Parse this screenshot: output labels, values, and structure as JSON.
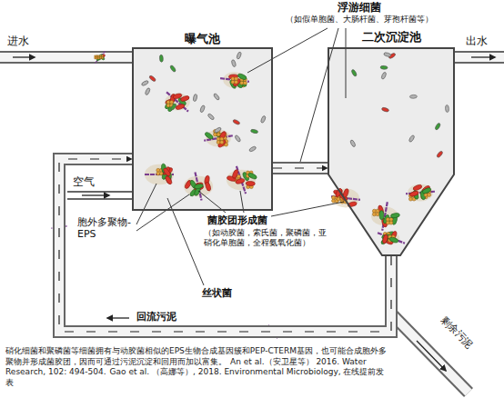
{
  "diagram": {
    "caption": "硝化细菌和聚磷菌等细菌拥有与动胶菌相似的EPS生物合成基因簇和PEP-CTERM基因，也可能合成胞外多聚物并形成菌胶团，因而可通过污泥沉淀和回用而加以富集。",
    "nodes": [
      {
        "text": [
          "曝气池"
        ]
      },
      {
        "text": [
          "二次沉淀池"
        ]
      }
    ],
    "edges": [
      {
        "from": 0,
        "to": 1,
        "arrow": "to"
      },
      {
        "from": 1,
        "to": 0,
        "arrow": "to",
        "label": "回流污泥"
      }
    ],
    "labels": [
      "进水",
      "出水",
      "空气",
      "浮游细菌",
      "（如假单胞菌、大肠杆菌、芽孢杆菌等）",
      "胞外多聚物-EPS",
      "菌胶团形成菌",
      "（如动胶菌，索氏菌，聚磷菌，亚硝化单胞菌，全程氨氧化菌）",
      "丝状菌",
      "剩余污泥",
      "An et al.（安卫星等） 2016. Water Research, 102: 494-504.",
      "Gao et al. （高娜等）, 2018. Environmental Microbiology, 在线提前发表"
    ]
  }
}
